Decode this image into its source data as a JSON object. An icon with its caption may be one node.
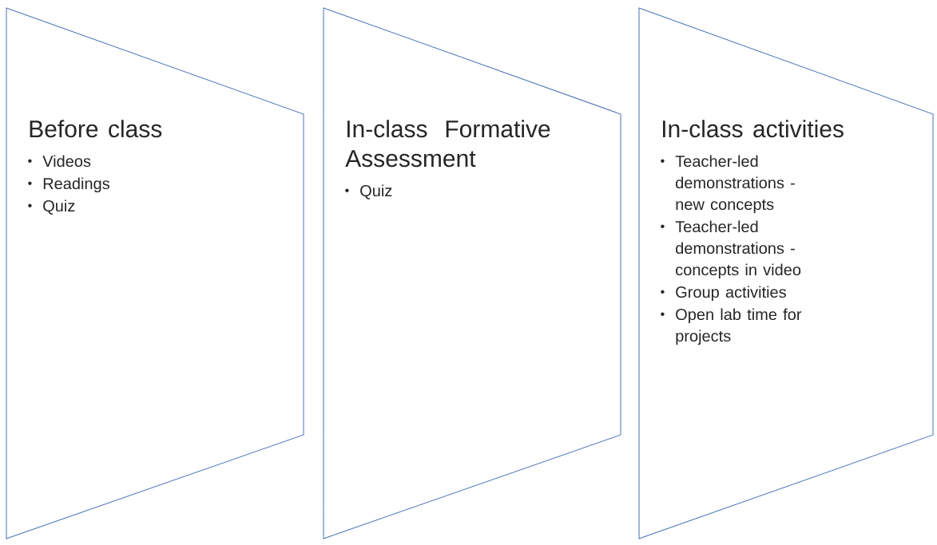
{
  "diagram": {
    "nodes": [
      {
        "text": [
          "Before class",
          "Videos",
          "Readings",
          "Quiz"
        ]
      },
      {
        "text": [
          "In-class Formative Assessment",
          "Quiz"
        ]
      },
      {
        "text": [
          "In-class activities",
          "Teacher-led demonstrations - new concepts",
          "Teacher-led demonstrations - concepts in video",
          "Group activities",
          "Open lab time for projects"
        ]
      }
    ]
  }
}
